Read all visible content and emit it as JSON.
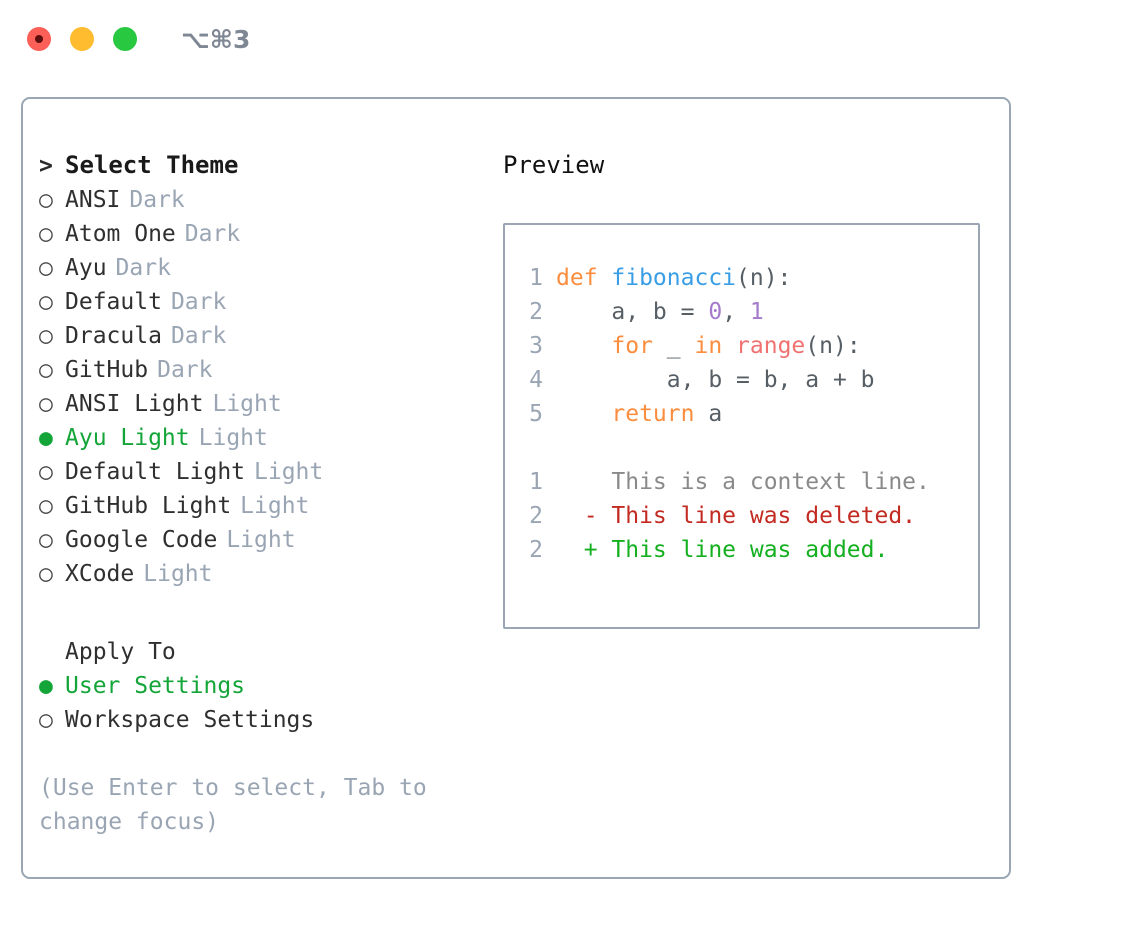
{
  "window": {
    "title": "⌥⌘3",
    "traffic_lights": [
      {
        "name": "close",
        "color": "#fc5f57"
      },
      {
        "name": "minimize",
        "color": "#febc2e"
      },
      {
        "name": "maximize",
        "color": "#28c840"
      }
    ]
  },
  "theme_picker": {
    "heading": "Select Theme",
    "heading_marker": ">",
    "marker_unselected": "○",
    "marker_selected": "●",
    "accent_color": "#13a538",
    "tag_color": "#9aa5b4",
    "items": [
      {
        "label": "ANSI",
        "tag": "Dark",
        "selected": false
      },
      {
        "label": "Atom One",
        "tag": "Dark",
        "selected": false
      },
      {
        "label": "Ayu",
        "tag": "Dark",
        "selected": false
      },
      {
        "label": "Default",
        "tag": "Dark",
        "selected": false
      },
      {
        "label": "Dracula",
        "tag": "Dark",
        "selected": false
      },
      {
        "label": "GitHub",
        "tag": "Dark",
        "selected": false
      },
      {
        "label": "ANSI Light",
        "tag": "Light",
        "selected": false
      },
      {
        "label": "Ayu Light",
        "tag": "Light",
        "selected": true
      },
      {
        "label": "Default Light",
        "tag": "Light",
        "selected": false
      },
      {
        "label": "GitHub Light",
        "tag": "Light",
        "selected": false
      },
      {
        "label": "Google Code",
        "tag": "Light",
        "selected": false
      },
      {
        "label": "XCode",
        "tag": "Light",
        "selected": false
      }
    ]
  },
  "apply_to": {
    "heading": "Apply To",
    "items": [
      {
        "label": "User Settings",
        "selected": true
      },
      {
        "label": "Workspace Settings",
        "selected": false
      }
    ]
  },
  "hint": "(Use Enter to select, Tab to change focus)",
  "preview": {
    "title": "Preview",
    "code_lines": [
      {
        "number": "1",
        "tokens": [
          {
            "text": "def ",
            "style": "kw"
          },
          {
            "text": "fibonacci",
            "style": "fn"
          },
          {
            "text": "(n):",
            "style": "plain"
          }
        ]
      },
      {
        "number": "2",
        "tokens": [
          {
            "text": "    a, b = ",
            "style": "plain"
          },
          {
            "text": "0",
            "style": "num"
          },
          {
            "text": ", ",
            "style": "plain"
          },
          {
            "text": "1",
            "style": "num"
          }
        ]
      },
      {
        "number": "3",
        "tokens": [
          {
            "text": "    ",
            "style": "plain"
          },
          {
            "text": "for",
            "style": "kw"
          },
          {
            "text": " _ ",
            "style": "plain"
          },
          {
            "text": "in",
            "style": "kw"
          },
          {
            "text": " ",
            "style": "plain"
          },
          {
            "text": "range",
            "style": "call"
          },
          {
            "text": "(n):",
            "style": "plain"
          }
        ]
      },
      {
        "number": "4",
        "tokens": [
          {
            "text": "        a, b = b, a + b",
            "style": "plain"
          }
        ]
      },
      {
        "number": "5",
        "tokens": [
          {
            "text": "    ",
            "style": "plain"
          },
          {
            "text": "return",
            "style": "kw"
          },
          {
            "text": " a",
            "style": "plain"
          }
        ]
      }
    ],
    "diff_lines": [
      {
        "number": "1",
        "sign": "  ",
        "text": "This is a context line.",
        "kind": "context"
      },
      {
        "number": "2",
        "sign": "- ",
        "text": "This line was deleted.",
        "kind": "deleted"
      },
      {
        "number": "2",
        "sign": "+ ",
        "text": "This line was added.",
        "kind": "added"
      }
    ]
  },
  "syntax_colors": {
    "keyword": "#fa8d3e",
    "function": "#399ee6",
    "number": "#a37acc",
    "call": "#f07171",
    "plain": "#575f66",
    "line_number": "#9aa5b4",
    "diff_context": "#8a8a8a",
    "diff_deleted": "#c32a22",
    "diff_added": "#14b020"
  }
}
